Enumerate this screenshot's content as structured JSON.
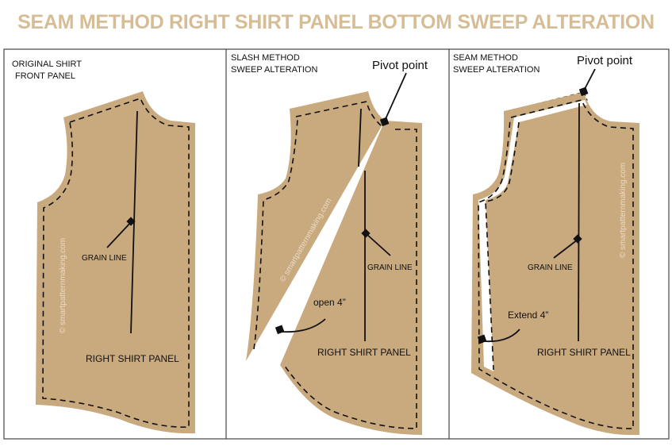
{
  "title": "SEAM METHOD RIGHT SHIRT PANEL BOTTOM SWEEP ALTERATION",
  "panels": [
    {
      "heading_line1": "ORIGINAL SHIRT",
      "heading_line2": "FRONT PANEL",
      "grain_label": "GRAIN LINE",
      "panel_label": "RIGHT SHIRT PANEL",
      "watermark": "© smartpatternmaking.com"
    },
    {
      "heading_line1": "SLASH METHOD",
      "heading_line2": "SWEEP ALTERATION",
      "pivot_label": "Pivot point",
      "grain_label": "GRAIN LINE",
      "panel_label": "RIGHT SHIRT PANEL",
      "note": "open 4”",
      "watermark": "© smartpatternmaking.com"
    },
    {
      "heading_line1": "SEAM METHOD",
      "heading_line2": "SWEEP ALTERATION",
      "pivot_label": "Pivot point",
      "grain_label": "GRAIN LINE",
      "panel_label": "RIGHT SHIRT PANEL",
      "note": "Extend 4”",
      "watermark": "© smartpatternmaking.com"
    }
  ],
  "colors": {
    "title": "#d6bd95",
    "paper": "#c9a97e"
  }
}
